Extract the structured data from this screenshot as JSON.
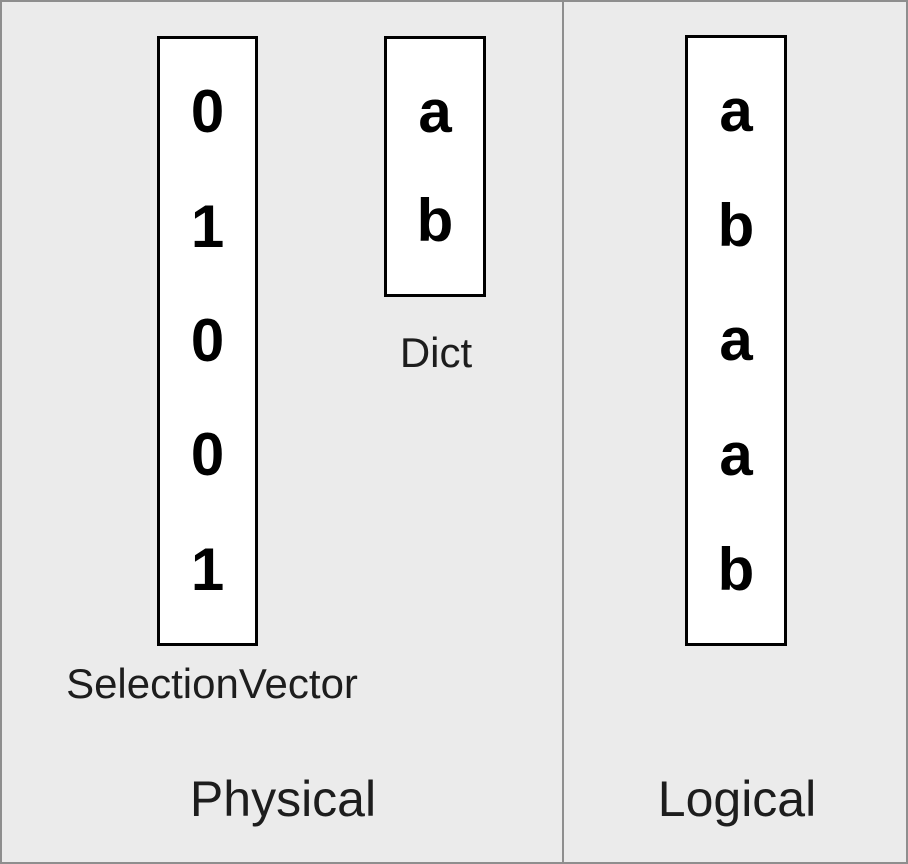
{
  "diagram": {
    "background_color": "#ebebeb",
    "border_color": "#8e8e8e",
    "box_fill_color": "#ffffff",
    "box_border_color": "#000000",
    "text_color": "#1d1d1d"
  },
  "panels": [
    {
      "id": "physical",
      "caption": "Physical",
      "boxes": [
        {
          "id": "selection-vector",
          "caption": "SelectionVector",
          "values": [
            "0",
            "1",
            "0",
            "0",
            "1"
          ]
        },
        {
          "id": "dict",
          "caption": "Dict",
          "values": [
            "a",
            "b"
          ]
        }
      ]
    },
    {
      "id": "logical",
      "caption": "Logical",
      "boxes": [
        {
          "id": "logical-values",
          "caption": "",
          "values": [
            "a",
            "b",
            "a",
            "a",
            "b"
          ]
        }
      ]
    }
  ]
}
